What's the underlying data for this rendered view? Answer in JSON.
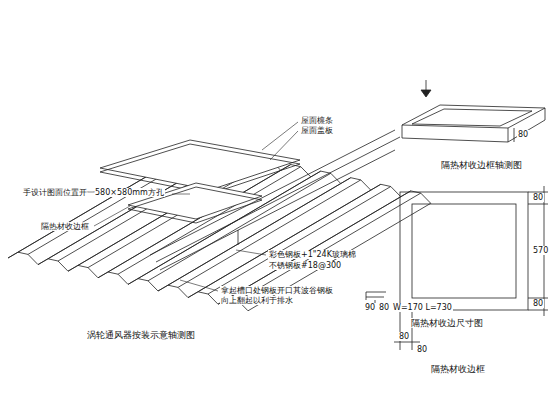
{
  "diagram": {
    "labels": [
      "屋面檩条",
      "屋面盖板",
      "手设计图面位置开一580×580mm方孔",
      "隔热材收边框",
      "彩色钢板+1\"24K玻璃棉",
      "不锈钢板#18@300",
      "拿起槽口处钢板开口其波谷钢板",
      "向上翻起以利于排水",
      "涡轮通风器按装示意轴测图",
      "隔热材收边框轴测图",
      "90",
      "80",
      "W=170 L=730",
      "隔热材收边尺寸图",
      "80",
      "570",
      "80",
      "80",
      "80",
      "隔热材收边框",
      "80"
    ]
  }
}
